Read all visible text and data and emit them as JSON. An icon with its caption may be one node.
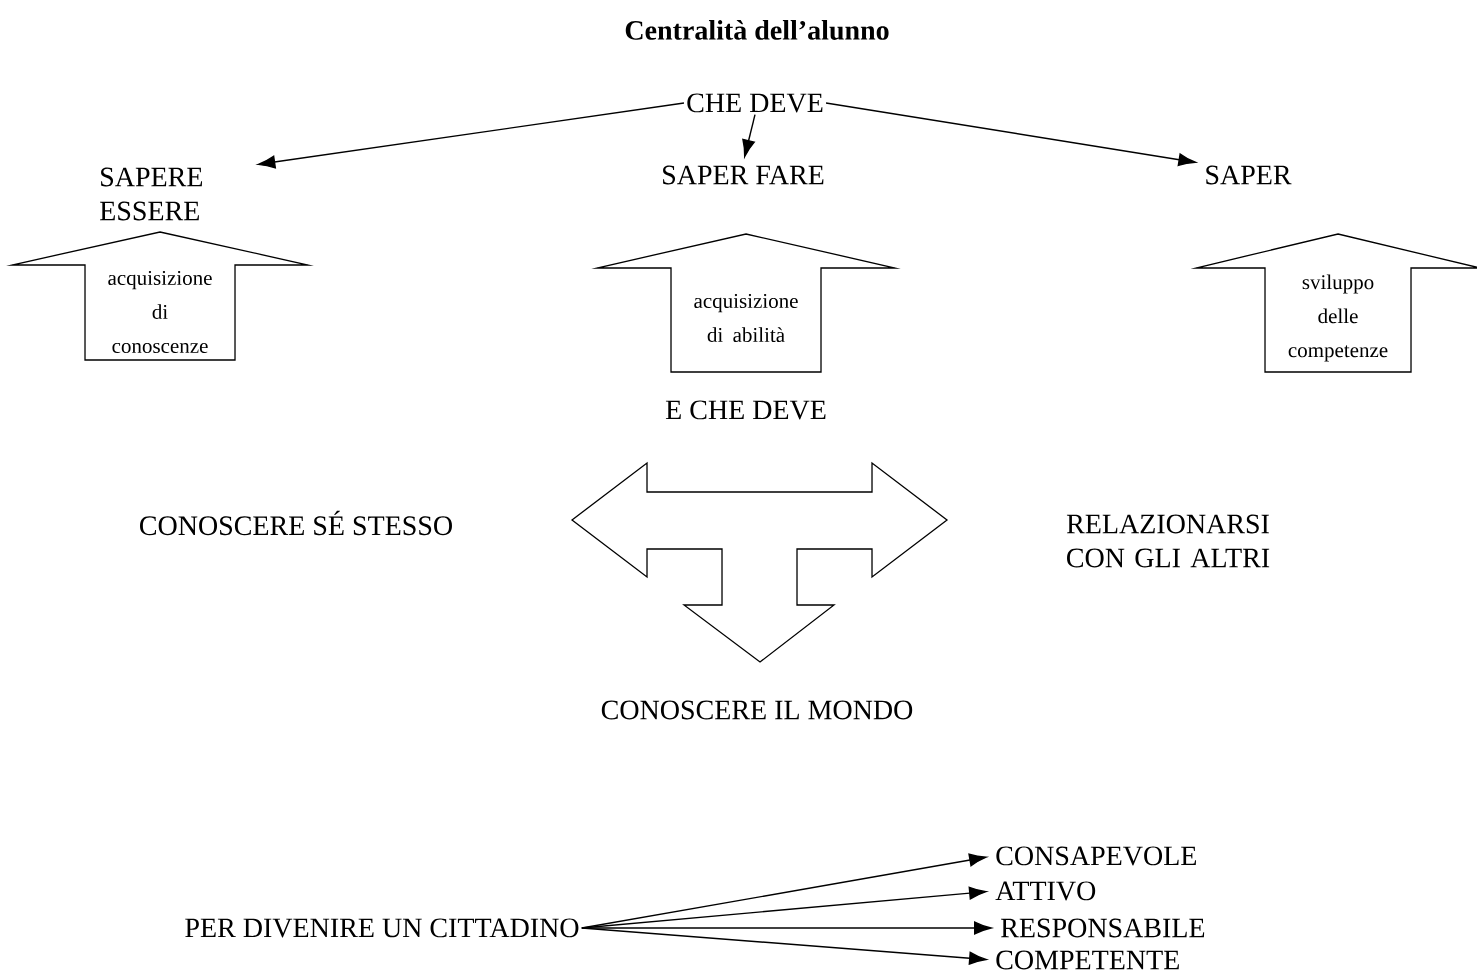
{
  "diagram": {
    "title": "Centralità dell’alunno",
    "nodes": [
      {
        "text": [
          "CHE DEVE"
        ]
      },
      {
        "text": [
          "SAPERE ESSERE"
        ]
      },
      {
        "text": [
          "SAPER FARE"
        ]
      },
      {
        "text": [
          "SAPER"
        ]
      },
      {
        "text": [
          "acquisizione di conoscenze"
        ]
      },
      {
        "text": [
          "acquisizione di abilità"
        ]
      },
      {
        "text": [
          "sviluppo delle competenze"
        ]
      },
      {
        "text": [
          "E CHE DEVE"
        ]
      },
      {
        "text": [
          "CONOSCERE SÉ STESSO"
        ]
      },
      {
        "text": [],
        "shape": "arrow"
      },
      {
        "text": [
          "RELAZIONARSI CON GLI ALTRI"
        ]
      },
      {
        "text": [
          "CONOSCERE IL MONDO"
        ]
      },
      {
        "text": [
          "PER DIVENIRE UN CITTADINO"
        ]
      },
      {
        "text": [
          "CONSAPEVOLE"
        ]
      },
      {
        "text": [
          "ATTIVO"
        ]
      },
      {
        "text": [
          "RESPONSABILE"
        ]
      },
      {
        "text": [
          "COMPETENTE"
        ]
      }
    ],
    "edges": [
      {
        "from": 0,
        "to": 1,
        "arrow": "to"
      },
      {
        "from": 0,
        "to": 2,
        "arrow": "to"
      },
      {
        "from": 0,
        "to": 3,
        "arrow": "to"
      },
      {
        "from": 12,
        "to": 13,
        "arrow": "to"
      },
      {
        "from": 12,
        "to": 14,
        "arrow": "to"
      },
      {
        "from": 12,
        "to": 15,
        "arrow": "to"
      },
      {
        "from": 12,
        "to": 16,
        "arrow": "to"
      }
    ]
  }
}
